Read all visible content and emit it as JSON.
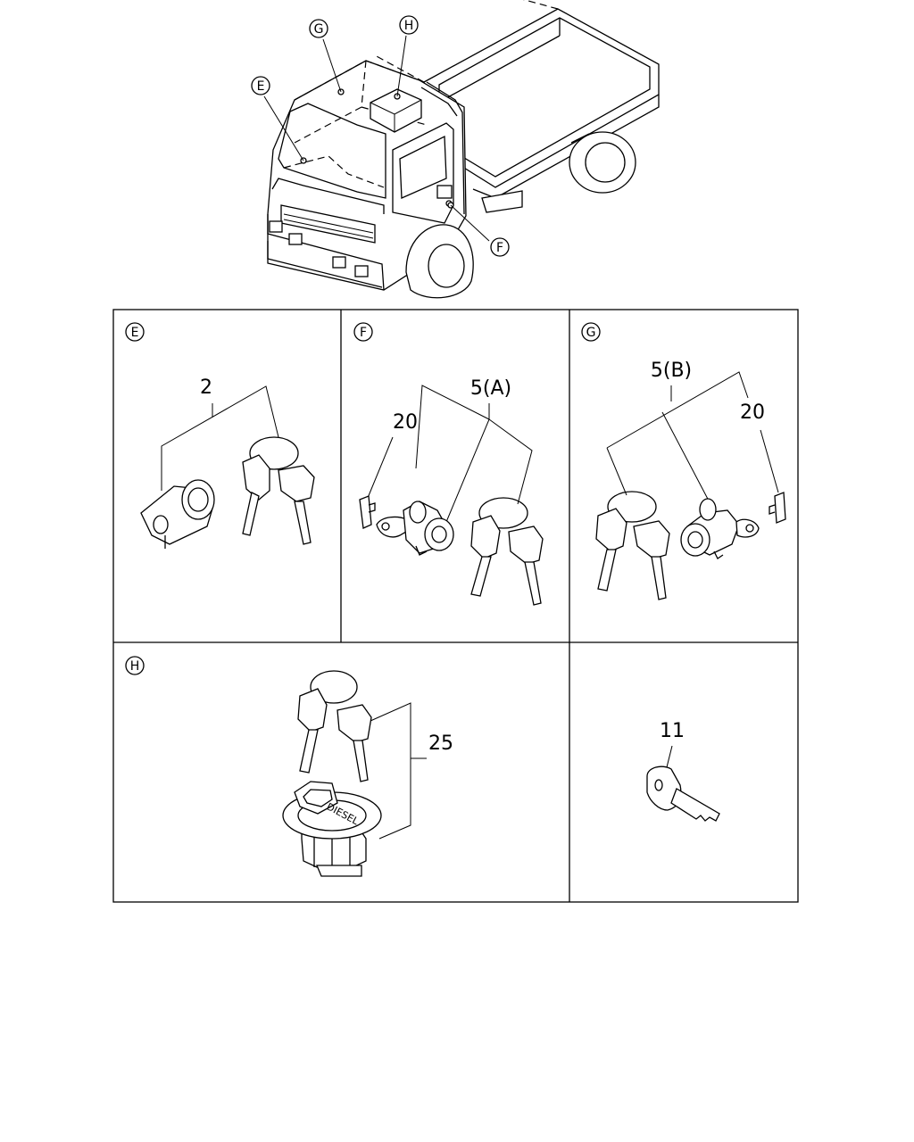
{
  "overview": {
    "callouts": {
      "e": "E",
      "f": "F",
      "g": "G",
      "h": "H"
    }
  },
  "panels": {
    "e": {
      "tag": "E",
      "parts": {
        "lock_set": "2"
      }
    },
    "f": {
      "tag": "F",
      "parts": {
        "lock_set": "5(A)",
        "retainer": "20"
      }
    },
    "g": {
      "tag": "G",
      "parts": {
        "lock_set": "5(B)",
        "retainer": "20"
      }
    },
    "h": {
      "tag": "H",
      "parts": {
        "fuel_cap_set": "25"
      },
      "cap_text": "DIESEL"
    },
    "key": {
      "parts": {
        "key_blank": "11"
      }
    }
  },
  "colors": {
    "line": "#000000",
    "background": "#ffffff"
  }
}
